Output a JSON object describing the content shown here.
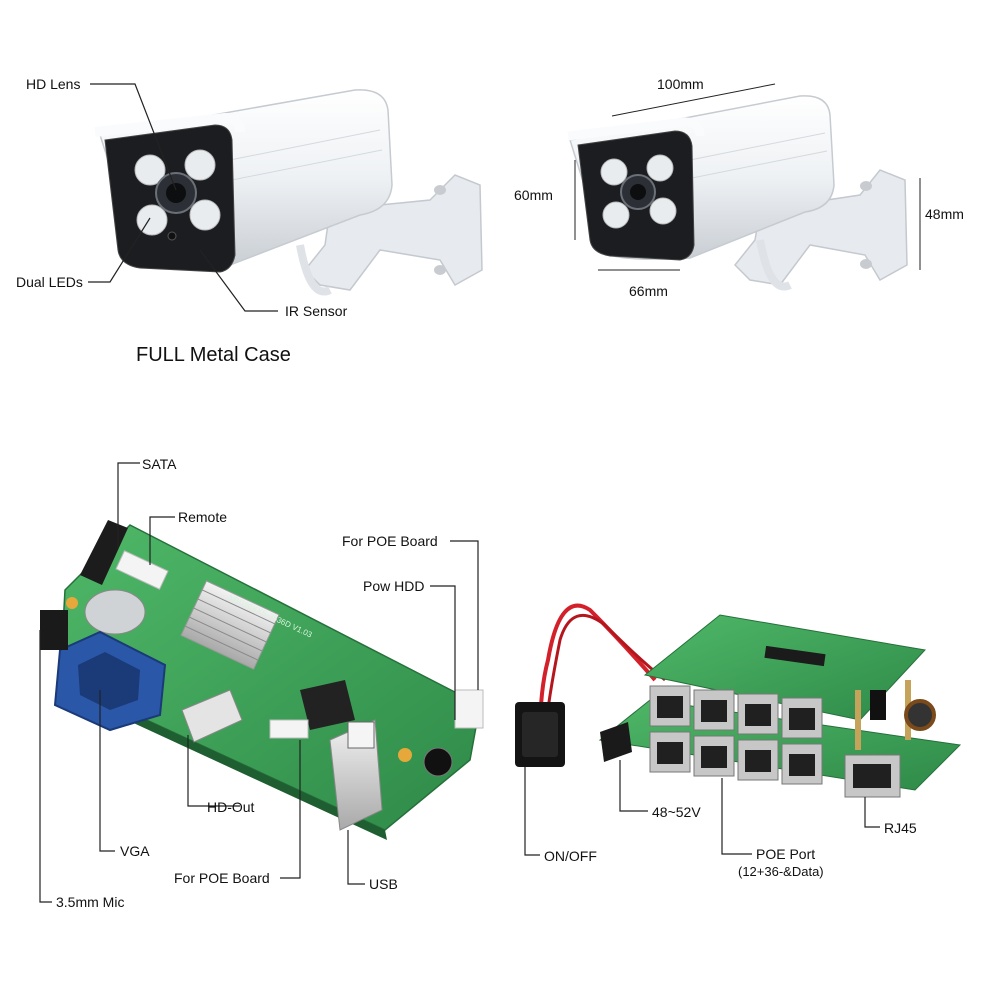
{
  "camera": {
    "labels": {
      "hd_lens": "HD Lens",
      "dual_leds": "Dual LEDs",
      "ir_sensor": "IR Sensor",
      "case": "FULL  Metal Case"
    },
    "dimensions": {
      "length": "100mm",
      "height": "60mm",
      "mount": "48mm",
      "width": "66mm"
    }
  },
  "nvr_board": {
    "labels": {
      "sata": "SATA",
      "remote": "Remote",
      "poe_board_top": "For POE Board",
      "pow_hdd": "Pow HDD",
      "hd_out": "HD-Out",
      "vga": "VGA",
      "poe_board_bottom": "For POE Board",
      "usb": "USB",
      "mic": "3.5mm Mic"
    },
    "silkscreen": "NBD80XXS-3536D V1.03"
  },
  "poe_switch": {
    "labels": {
      "on_off": "ON/OFF",
      "voltage": "48~52V",
      "poe_port": "POE Port",
      "poe_port_detail": "(12+36-&Data)",
      "rj45": "RJ45"
    }
  },
  "colors": {
    "pcb_green": "#3fa55a",
    "camera_white": "#eef1f4",
    "label_line": "#222222"
  }
}
